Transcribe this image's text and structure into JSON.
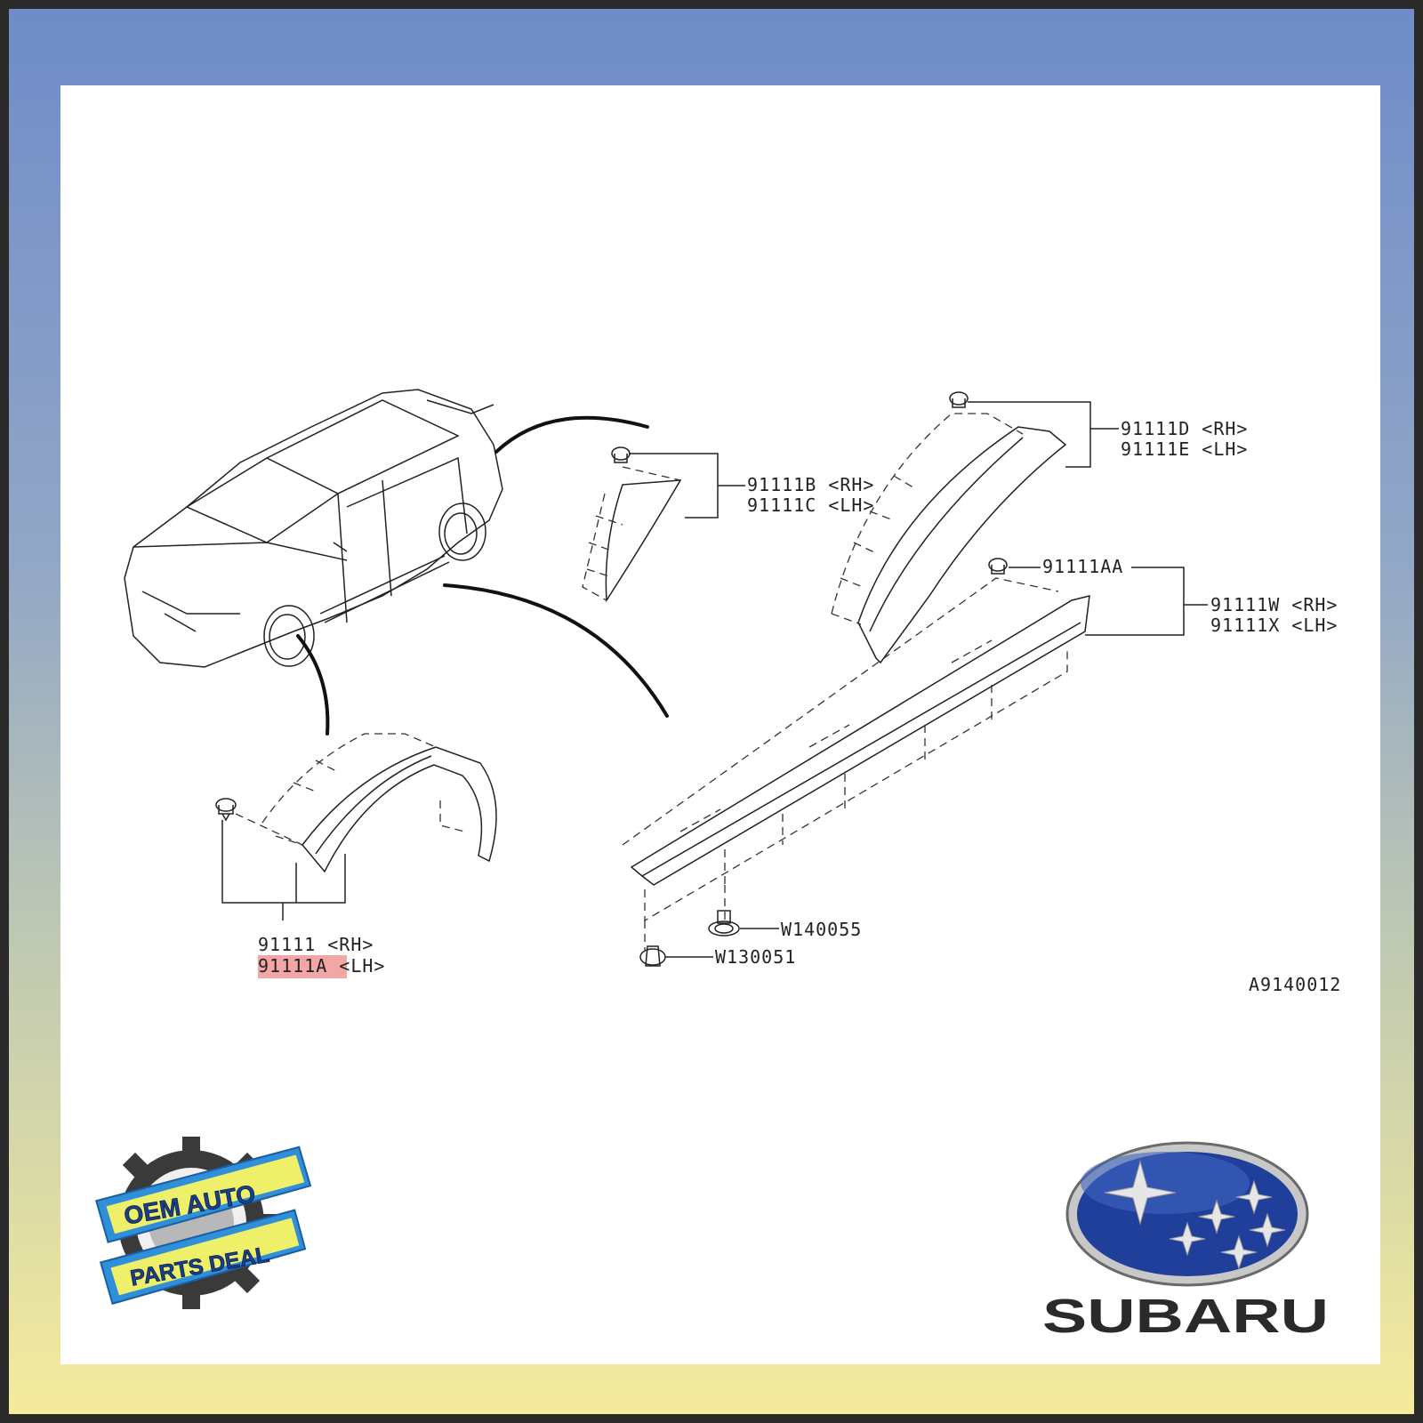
{
  "labels": {
    "fender_front_rh": "91111  <RH>",
    "fender_front_lh": "91111A <LH>",
    "piece_b_rh": "91111B <RH>",
    "piece_c_lh": "91111C <LH>",
    "piece_d_rh": "91111D <RH>",
    "piece_e_lh": "91111E <LH>",
    "clip_aa": "91111AA",
    "sill_w_rh": "91111W <RH>",
    "sill_x_lh": "91111X <LH>",
    "clip_w140055": "W140055",
    "clip_w130051": "W130051",
    "diagram_code": "A9140012"
  },
  "logos": {
    "dealer_line1": "OEM AUTO",
    "dealer_line2": "PARTS DEAL",
    "brand_name": "SUBARU"
  },
  "colors": {
    "frame_top": "#6f8cc8",
    "frame_bottom": "#f5eb9c",
    "highlight": "#f2a6a6",
    "subaru_blue": "#1f3f9a"
  }
}
